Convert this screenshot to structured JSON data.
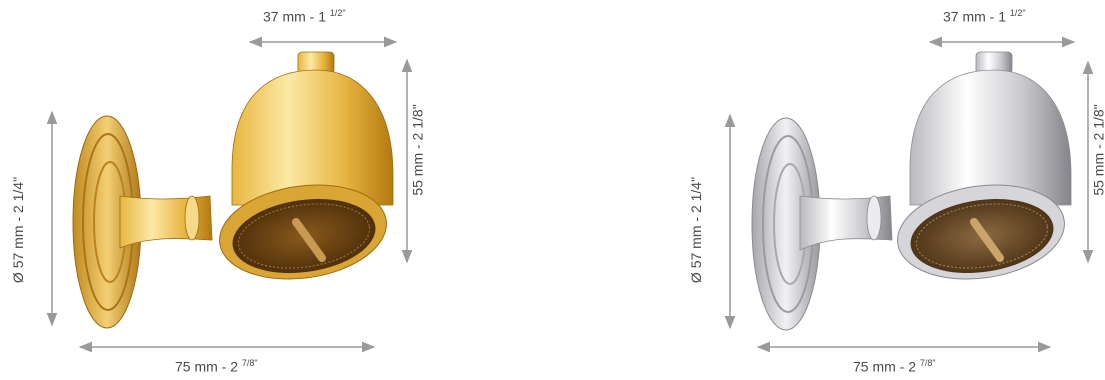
{
  "products": [
    {
      "finish": "gold",
      "colors": {
        "metal_light": "#fbe6a0",
        "metal_mid": "#e2b033",
        "metal_dark": "#a46a0c",
        "inner": "#6e4514"
      },
      "dimensions": {
        "top_width": {
          "main": "37 mm - 1",
          "frac": "1/2\""
        },
        "height": {
          "main": "55 mm - 2",
          "frac": "1/8\""
        },
        "plate_diameter": {
          "main": "Ø 57 mm - 2",
          "frac": "1/4\""
        },
        "depth": {
          "main": "75 mm - 2",
          "frac": "7/8\""
        }
      }
    },
    {
      "finish": "chrome",
      "colors": {
        "metal_light": "#ffffff",
        "metal_mid": "#cfcfd2",
        "metal_dark": "#7c7c80",
        "inner": "#7a5a35"
      },
      "dimensions": {
        "top_width": {
          "main": "37 mm - 1",
          "frac": "1/2\""
        },
        "height": {
          "main": "55 mm - 2",
          "frac": "1/8\""
        },
        "plate_diameter": {
          "main": "Ø 57 mm - 2",
          "frac": "1/4\""
        },
        "depth": {
          "main": "75 mm - 2",
          "frac": "7/8\""
        }
      }
    }
  ]
}
